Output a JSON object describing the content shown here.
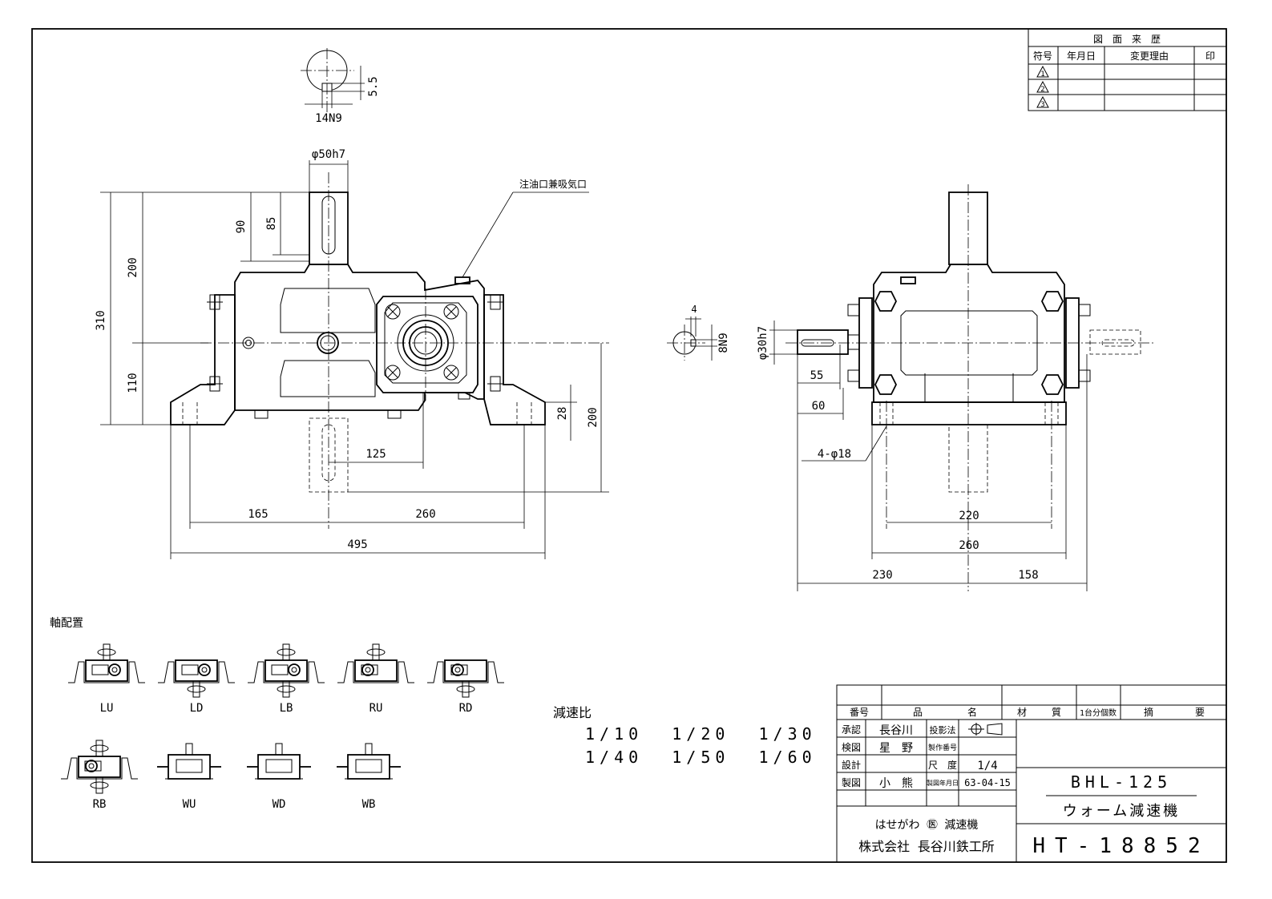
{
  "keyway": {
    "label_top": "5.5",
    "label_width": "14N9"
  },
  "front_view": {
    "shaft_dia": "φ50h7",
    "oil_port": "注油口兼吸気口",
    "dims": {
      "d310": "310",
      "d200": "200",
      "d110": "110",
      "d90": "90",
      "d85": "85",
      "d28": "28",
      "d200r": "200",
      "d125": "125",
      "d165": "165",
      "d260": "260",
      "d495": "495"
    }
  },
  "input_key": {
    "label_w": "4",
    "label_h": "8N9"
  },
  "side_view": {
    "shaft_dia": "φ30h7",
    "dims": {
      "d55": "55",
      "d60": "60",
      "holes": "4-φ18",
      "d220": "220",
      "d260": "260",
      "d230": "230",
      "d158": "158"
    }
  },
  "arrangement": {
    "title": "軸配置",
    "items": [
      "LU",
      "LD",
      "LB",
      "RU",
      "RD",
      "RB",
      "WU",
      "WD",
      "WB"
    ]
  },
  "ratios": {
    "title": "減速比",
    "row1": "1/10  1/20  1/30",
    "row2": "1/40  1/50  1/60"
  },
  "revision_table": {
    "title": "図　面　来　歴",
    "headers": [
      "符号",
      "年月日",
      "変更理由",
      "印"
    ],
    "marks": [
      "1",
      "2",
      "3"
    ]
  },
  "title_block": {
    "headers": [
      "番号",
      "品",
      "名",
      "材",
      "質",
      "1台分個数",
      "摘",
      "要"
    ],
    "rows": [
      {
        "role": "承認",
        "name": "長谷川",
        "field": "投影法",
        "value": ""
      },
      {
        "role": "検図",
        "name": "星　野",
        "field": "製作番号",
        "value": ""
      },
      {
        "role": "設計",
        "name": "",
        "field": "尺　度",
        "value": "1/4"
      },
      {
        "role": "製図",
        "name": "小　熊",
        "field": "製図年月日",
        "value": "63-04-15"
      }
    ],
    "model": "BHL-125",
    "product": "ウォーム減速機",
    "brand": "はせがわ ㊩ 減速機",
    "company": "株式会社 長谷川鉄工所",
    "drawing_no": "HT-18852"
  }
}
